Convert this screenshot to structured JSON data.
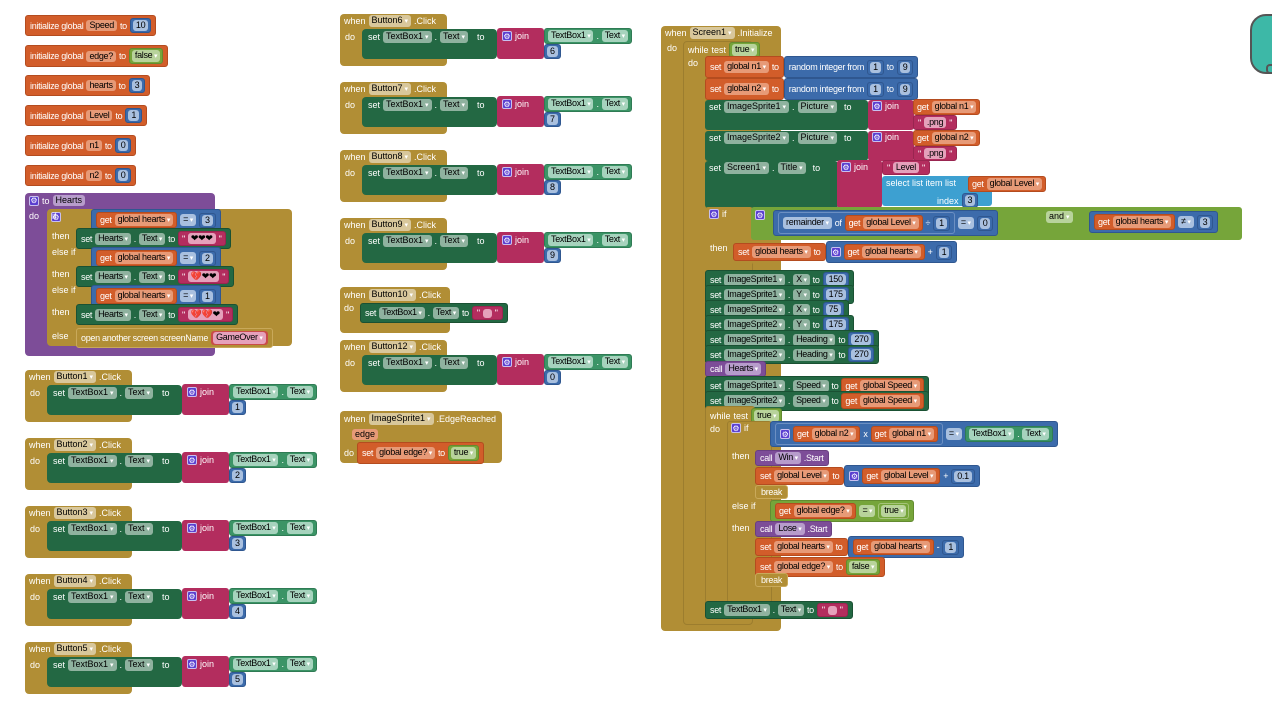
{
  "globals": [
    {
      "name": "Speed",
      "value": "10",
      "type": "number"
    },
    {
      "name": "edge?",
      "value": "false",
      "type": "bool"
    },
    {
      "name": "hearts",
      "value": "3",
      "type": "number"
    },
    {
      "name": "Level",
      "value": "1",
      "type": "number"
    },
    {
      "name": "n1",
      "value": "0",
      "type": "number"
    },
    {
      "name": "n2",
      "value": "0",
      "type": "number"
    }
  ],
  "labels": {
    "init": "initialize global",
    "to": "to",
    "when": "when",
    "do": "do",
    "set": "set",
    "join": "join",
    "dot": ".",
    "click": ".Click",
    "get": "get",
    "if": "if",
    "then": "then",
    "elseif": "else if",
    "else": "else",
    "call": "call",
    "break": "break",
    "while": "while",
    "test": "test",
    "and": "and",
    "of": "of",
    "index": "index"
  },
  "hearts_proc": {
    "name": "Hearts",
    "conds": [
      {
        "var": "global hearts",
        "op": "=",
        "val": "3",
        "text": "❤❤❤"
      },
      {
        "var": "global hearts",
        "op": "=",
        "val": "2",
        "text": "💔❤❤"
      },
      {
        "var": "global hearts",
        "op": "=",
        "val": "1",
        "text": "💔💔❤"
      }
    ],
    "component": "Hearts",
    "prop": "Text",
    "else_action": "open another screen  screenName",
    "else_screen": "GameOver"
  },
  "button_events": [
    {
      "button": "Button1",
      "digit": "1"
    },
    {
      "button": "Button2",
      "digit": "2"
    },
    {
      "button": "Button3",
      "digit": "3"
    },
    {
      "button": "Button4",
      "digit": "4"
    },
    {
      "button": "Button5",
      "digit": "5"
    },
    {
      "button": "Button6",
      "digit": "6"
    },
    {
      "button": "Button7",
      "digit": "7"
    },
    {
      "button": "Button8",
      "digit": "8"
    },
    {
      "button": "Button9",
      "digit": "9"
    },
    {
      "button": "Button12",
      "digit": "0"
    }
  ],
  "textbox": "TextBox1",
  "text_prop": "Text",
  "button10": {
    "button": "Button10",
    "value": ""
  },
  "edge_event": {
    "component": "ImageSprite1",
    "event": ".EdgeReached",
    "param": "edge",
    "var": "global edge?",
    "value": "true"
  },
  "screen_init": {
    "component": "Screen1",
    "event": ".Initialize",
    "while_test": "true",
    "random": {
      "label": "random integer from",
      "from": "1",
      "to": "9"
    },
    "n1": "global n1",
    "n2": "global n2",
    "sprite1": "ImageSprite1",
    "sprite2": "ImageSprite2",
    "picture": "Picture",
    "png": ".png",
    "title_prop": "Title",
    "level_text": "Level",
    "select_list": "select list item  list",
    "level_var": "global Level",
    "index": "3",
    "remainder": "remainder",
    "div": "÷",
    "div_val": "1",
    "eq": "=",
    "eq_val": "0",
    "neq": "≠",
    "hearts_var": "global hearts",
    "hearts_max": "3",
    "plus": "+",
    "one": "1",
    "positions": [
      {
        "sprite": "ImageSprite1",
        "prop": "X",
        "val": "150"
      },
      {
        "sprite": "ImageSprite1",
        "prop": "Y",
        "val": "175"
      },
      {
        "sprite": "ImageSprite2",
        "prop": "X",
        "val": "75"
      },
      {
        "sprite": "ImageSprite2",
        "prop": "Y",
        "val": "175"
      },
      {
        "sprite": "ImageSprite1",
        "prop": "Heading",
        "val": "270"
      },
      {
        "sprite": "ImageSprite2",
        "prop": "Heading",
        "val": "270"
      }
    ],
    "call_hearts": "Hearts",
    "speed_prop": "Speed",
    "speed_var": "global Speed",
    "times": "x",
    "win": "Win",
    "start": ".Start",
    "level_inc": "0.1",
    "edge_var": "global edge?",
    "true": "true",
    "false": "false",
    "lose": "Lose",
    "minus": "-"
  }
}
